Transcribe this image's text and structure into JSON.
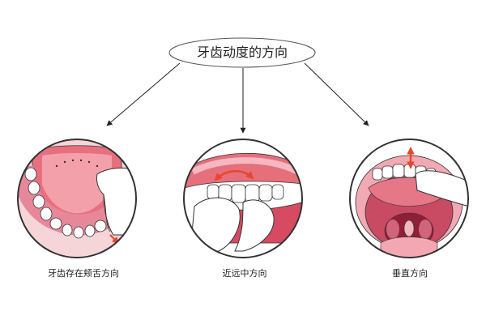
{
  "title": "牙齿动度的方向",
  "panels": [
    {
      "caption": "牙齿存在颊舌方向"
    },
    {
      "caption": "近远中方向"
    },
    {
      "caption": "垂直方向"
    }
  ],
  "colors": {
    "motion_arrow": "#e8452c",
    "gum_pink": "#f3b6bd",
    "tongue_dark": "#c84a63",
    "tooth_white": "#ffffff",
    "skin": "#ffffff",
    "outline": "#333333"
  },
  "icons": {
    "panel_1": "lower-dental-arch-with-finger-pushing-tooth",
    "panel_2": "upper-front-teeth-pinched-between-fingers",
    "panel_3": "open-mouth-with-finger-pressing-upper-tooth"
  }
}
